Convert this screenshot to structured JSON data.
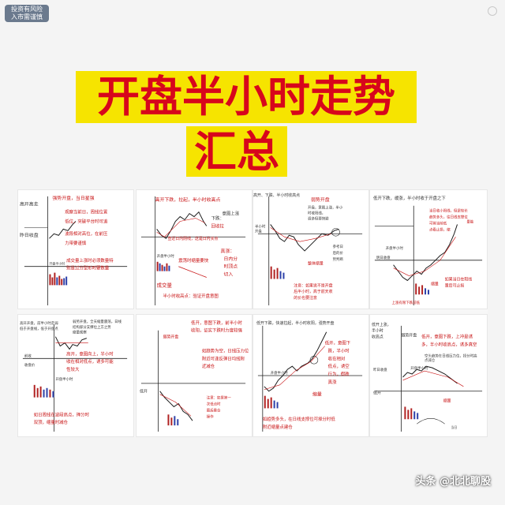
{
  "risk_badge": {
    "line1": "投资有风险",
    "line2": "入市需谨慎"
  },
  "title": {
    "line1": "开盘半小时走势",
    "line2": "汇总"
  },
  "panels": [
    {
      "id": "p1",
      "labels": [
        "强势开盘，当日星强",
        "高开高走",
        "观察当前日，周线位置",
        "低位，突破平台时可追",
        "波段相对高位，在前压",
        "力带要谨慎",
        "昨日收盘",
        "开盘半小时",
        "成交量上涨时必须数量特",
        "别是过分型形时要数量"
      ]
    },
    {
      "id": "p2",
      "labels": [
        "高开下跌，拉起，半小时收高点",
        "下跌：",
        "意图上涨",
        "回收拉",
        "查近日内阴线，这是日内买点",
        "真涨：",
        "日内分",
        "时顶点",
        "切入",
        "开盘半小时",
        "震荡时缩量要快",
        "成交量",
        "半小时收高点：验证开盘意图"
      ]
    },
    {
      "id": "p3",
      "labels": [
        "高开、下跌、半小时收高点",
        "弱势开盘",
        "开盘，意图上涨，半小",
        "时收阳线，",
        "调多但要快避",
        "半小时",
        "开盘",
        "参考日",
        "后的价",
        "势判断",
        "整体缩量",
        "注意：如果说不是开盘",
        "后半小时，高于前天收",
        "的价也要注意"
      ]
    },
    {
      "id": "p4",
      "labels": [
        "低开下跌，缓涨，半小时收于开盘之下",
        "当日收小阳线，但是较长",
        "趋势多头，往日线支撑位",
        "可将当前低",
        "点看止损，缩",
        "量能",
        "明日收盘",
        "开盘半小时",
        "如果当日在阳线",
        "量后可止损",
        "缩量",
        "上涨有限下跌前低"
      ]
    },
    {
      "id": "p5",
      "labels": [
        "高开开盘，前半小时走弱",
        "低于开盘线，低于开盘点",
        "弱势开盘，全天缩量震荡，日线",
        "结构部分支撑位上方之势",
        "缩量观察",
        "高开，意图向上，半小时",
        "收在相对低点，诱多可能",
        "性较大",
        "前收",
        "收盘价",
        "开盘半小时",
        "如日周线在波段高点，择分时",
        "双顶，缩量时减仓"
      ]
    },
    {
      "id": "p6",
      "labels": [
        "弱势开盘",
        "低开，意图下跌，前半小时",
        "收阳，证实下跌时力度较强",
        "低开",
        "如趋势为空，日线压力位",
        "附近可逢反弹日均线附",
        "近减仓",
        "注意：如果第一",
        "次低点时",
        "最后重合",
        "操作"
      ]
    },
    {
      "id": "p7",
      "labels": [
        "低开下跌，快速拉起，半小时收阳，强势开盘",
        "低开，意图下",
        "跌，半小时",
        "收在相对",
        "低点，诱空",
        "行为，假跌",
        "真涨",
        "如趋势多头，在日线支撑位可择分时低",
        "附近缩量点建仓",
        "缩量",
        "开盘半小时"
      ]
    },
    {
      "id": "p8",
      "labels": [
        "低开上涨，",
        "半小时",
        "收高点",
        "弱势开盘",
        "低开，意图下跌，上冲是诱",
        "多，半小时收高点，诱多真空",
        "昨日收盘",
        "低开",
        "开盘半小时",
        "空头趋势在日线压力位，择分时高",
        "点减仓",
        "缩量",
        "当日"
      ]
    }
  ],
  "watermark": "头条 @北北聊股"
}
